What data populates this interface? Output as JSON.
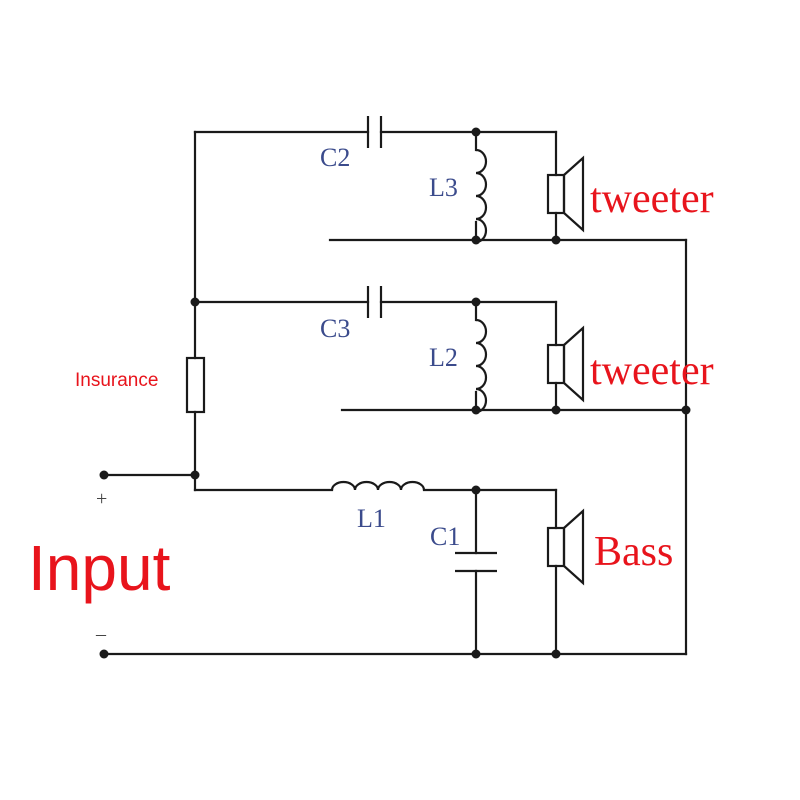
{
  "diagram": {
    "components": {
      "c1": "C1",
      "c2": "C2",
      "c3": "C3",
      "l1": "L1",
      "l2": "L2",
      "l3": "L3"
    },
    "speakers": {
      "top": "tweeter",
      "middle": "tweeter",
      "bottom": "Bass"
    },
    "fuse_label": "Insurance",
    "input": {
      "label": "Input",
      "plus": "+",
      "minus": "–"
    },
    "colors": {
      "wire": "#1a1a1a",
      "component_label": "#3b4b8c",
      "annotation": "#e8141c"
    }
  }
}
